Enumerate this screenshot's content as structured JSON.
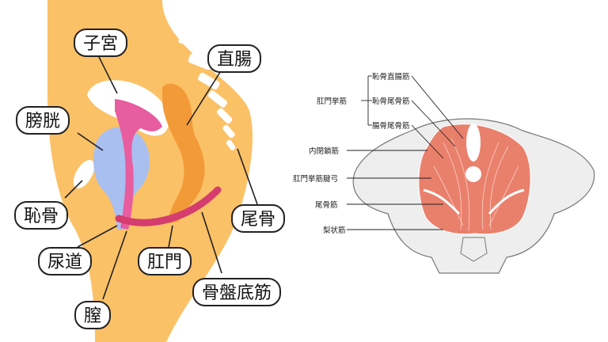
{
  "left_diagram": {
    "labels": {
      "uterus": "子宮",
      "rectum": "直腸",
      "bladder": "膀胱",
      "pubic_bone": "恥骨",
      "urethra": "尿道",
      "coccyx": "尾骨",
      "anus": "肛門",
      "pelvic_floor": "骨盤底筋",
      "vagina": "膣"
    },
    "colors": {
      "body": "#fbc167",
      "bladder": "#a9bff0",
      "uterus": "#e85ca0",
      "rectum": "#f39a38",
      "muscle": "#d43d6e"
    }
  },
  "right_diagram": {
    "labels": {
      "pubococcygeus_group": "肛門挙筋",
      "puborectalis": "恥骨直腸筋",
      "pubococcygeus": "恥骨尾骨筋",
      "iliococcygeus": "腸骨尾骨筋",
      "obturator_internus": "内閉鎖筋",
      "tendinous_arch": "肛門挙筋腱弓",
      "coccygeus": "尾骨筋",
      "piriformis": "梨状筋"
    },
    "colors": {
      "bone": "#eeeeee",
      "muscle": "#e9806c"
    }
  }
}
